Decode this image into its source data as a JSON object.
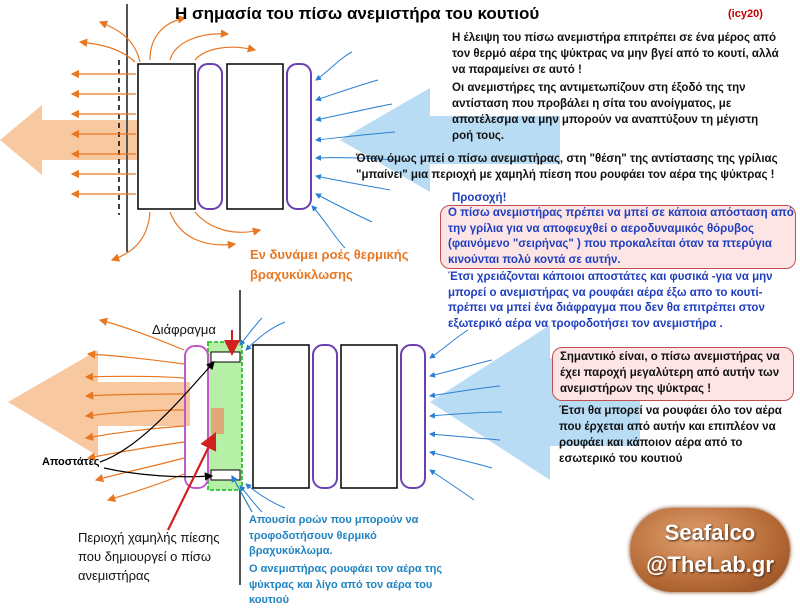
{
  "title": "Η σημασία του πίσω ανεμιστήρα του κουτιού",
  "tag": "(icy20)",
  "top_text": {
    "p1": "Η έλειψη του πίσω ανεμιστήρα επιτρέπει σε ένα μέρος από τον θερμό αέρα της ψύκτρας να μην βγεί από το κουτί, αλλά να παραμείνει σε αυτό !",
    "p2": "Οι ανεμιστήρες της αντιμετωπίζουν στη έξοδό της την αντίσταση που προβάλει η σίτα του ανοίγματος, με αποτέλεσμα να μην μπορούν να αναπτύξουν τη μέγιστη ροή τους.",
    "p3": "Όταν όμως μπεί ο πίσω ανεμιστήρας, στη \"θέση\" της αντίστασης της γρίλιας \"μπαίνει\" μια περιοχή με χαμηλή πίεση που ρουφάει τον αέρα της ψύκτρας !"
  },
  "short_circuit_label": "Εν δυνάμει ροές θερμικής βραχυκύκλωσης",
  "attention": {
    "heading": "Προσοχή!",
    "boxed": "Ο πίσω ανεμιστήρας πρέπει να μπεί σε κάποια απόσταση από την γρίλια για να αποφευχθεί ο αεροδυναμικός θόρυβος (φαινόμενο \"σειρήνας\" ) που προκαλείται όταν τα πτερύγια κινούνται πολύ κοντά σε αυτήν.",
    "rest": "Έτσι χρειάζονται κάποιοι αποστάτες και φυσικά -για να μην μπορεί ο ανεμιστήρας να ρουφάει αέρα έξω απο το κουτί- πρέπει να μπεί ένα διάφραγμα που δεν θα επιτρέπει στον εξωτερικό αέρα να τροφοδοτήσει τον ανεμιστήρα ."
  },
  "important": {
    "boxed": "Σημαντικό είναι, ο πίσω ανεμιστήρας να έχει παροχή μεγαλύτερη από αυτήν των ανεμιστήρων της ψύκτρας !",
    "rest": "Έτσι θα μπορεί να ρουφάει όλο τον αέρα που έρχεται από αυτήν και επιπλέον να ρουφάει και κάποιον αέρα από το εσωτερικό του κουτιού"
  },
  "labels": {
    "diaphragm": "Διάφραγμα",
    "spacers": "Αποστάτες",
    "low_pressure": "Περιοχή χαμηλής πίεσης που δημιουργεί ο πίσω ανεμιστήρας"
  },
  "bottom_note": {
    "line1": "Απουσία ροών που μπορούν να τροφοδοτήσουν θερμικό βραχυκύκλωμα.",
    "line2": "Ο ανεμιστήρας ρουφάει τον αέρα της ψύκτρας και λίγο από τον αέρα του κουτιού"
  },
  "logo": {
    "line1": "Seafalco",
    "line2": "@TheLab.gr"
  },
  "colors": {
    "hot_air": "#f8c8a0",
    "cool_air": "#b8dcf4",
    "orange_arrow": "#e87722",
    "blue_arrow": "#2a7fd4",
    "fan_outline": "#6a3fb0",
    "rear_fan_outline": "#c05ac8",
    "diaphragm_fill": "#b6f0a6",
    "diaphragm_border": "#2fc02f",
    "attention_red": "#d02020"
  }
}
